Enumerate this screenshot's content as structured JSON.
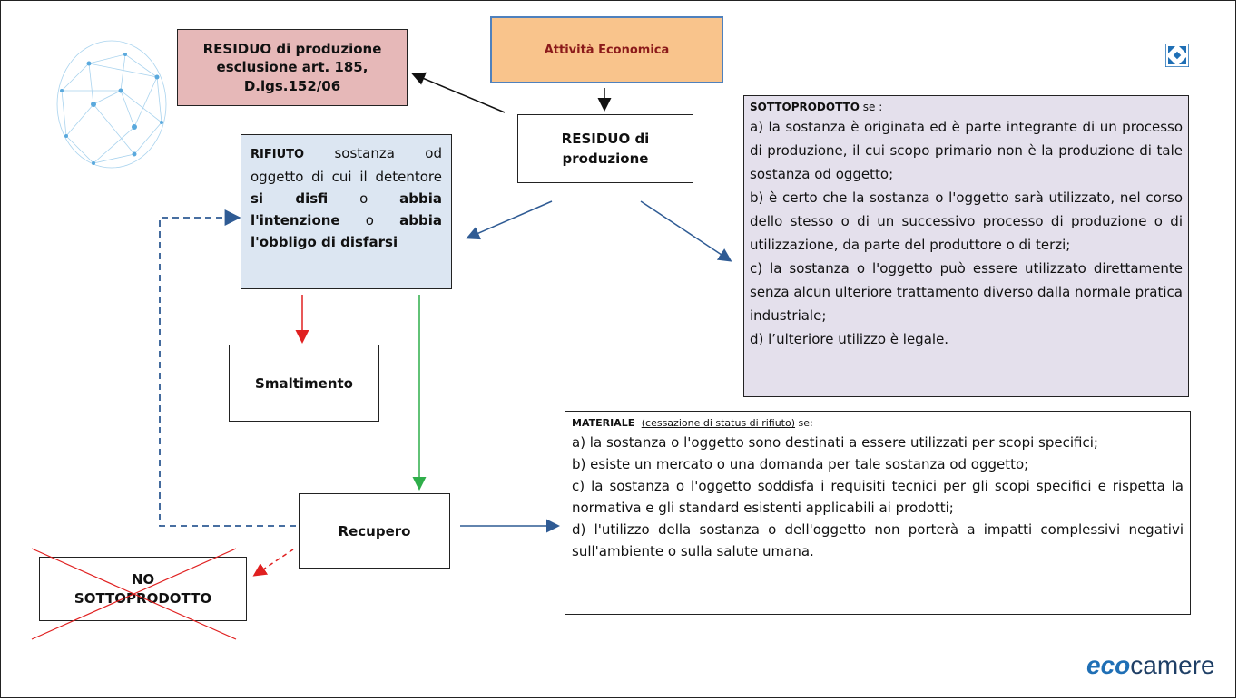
{
  "activity_box": {
    "label": "Attività Economica",
    "bg": "#f9c48c",
    "text_color": "#8b1a1a"
  },
  "residuo_exclusion": {
    "text": "RESIDUO di produzione esclusione art. 185, D.lgs.152/06",
    "bg": "#e6b8b8"
  },
  "residuo_produzione": {
    "line1": "RESIDUO di",
    "line2": "produzione"
  },
  "rifiuto": {
    "title": "RIFIUTO",
    "t1": "sostanza od oggetto di cui il detentore",
    "b1": "si disfi",
    "t2": "o",
    "b2": "abbia l'intenzione",
    "t3": "o",
    "b3": "abbia l'obbligo di disfarsi",
    "bg": "#dce6f2"
  },
  "smaltimento": {
    "label": "Smaltimento"
  },
  "recupero": {
    "label": "Recupero"
  },
  "no_sottoprodotto": {
    "line1": "NO",
    "line2": "SOTTOPRODOTTO"
  },
  "sottoprodotto": {
    "title": "SOTTOPRODOTTO",
    "suffix": "se :",
    "items": [
      "a) la sostanza è originata ed è parte integrante di un processo di produzione, il cui scopo primario non è la produzione di tale sostanza od oggetto;",
      "b) è certo che la sostanza o l'oggetto sarà utilizzato, nel corso dello stesso o di un successivo processo di produzione o di utilizzazione, da parte del produttore o di terzi;",
      "c) la sostanza o l'oggetto può essere utilizzato direttamente senza alcun ulteriore trattamento diverso dalla normale pratica industriale;",
      "d) l’ulteriore utilizzo è legale."
    ],
    "bg": "#e4e0ec"
  },
  "materiale": {
    "title": "MATERIALE",
    "paren": "(cessazione di status di rifiuto)",
    "suffix": "se:",
    "items": [
      "a) la sostanza o l'oggetto sono destinati a essere utilizzati per scopi specifici;",
      "b) esiste un mercato o una domanda per tale sostanza od oggetto;",
      "c) la sostanza o l'oggetto soddisfa i requisiti tecnici per gli scopi specifici e rispetta la normativa e gli standard esistenti applicabili ai prodotti;",
      "d) l'utilizzo della sostanza o dell'oggetto non porterà a impatti complessivi negativi sull'ambiente o sulla salute umana."
    ]
  },
  "brand": {
    "eco": "eco",
    "camere": "camere",
    "eco_color": "#1f6fb5",
    "camere_color": "#1f3f66"
  },
  "colors": {
    "arrow_blue": "#2f5b94",
    "arrow_red": "#e02020",
    "arrow_green": "#2fae4a",
    "cross_red": "#e02020"
  },
  "icons": {
    "top_right": "expand-arrows-icon",
    "globe": "network-globe-icon"
  }
}
